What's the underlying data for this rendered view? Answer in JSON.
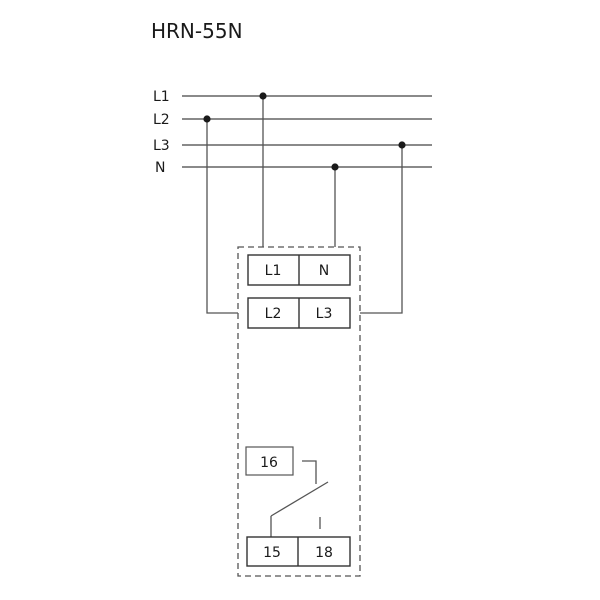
{
  "title": "HRN-55N",
  "bus": {
    "lines": [
      {
        "label": "L1"
      },
      {
        "label": "L2"
      },
      {
        "label": "L3"
      },
      {
        "label": "N"
      }
    ]
  },
  "device": {
    "supply_terminals_top": [
      {
        "label": "L1"
      },
      {
        "label": "N"
      }
    ],
    "supply_terminals_bottom": [
      {
        "label": "L2"
      },
      {
        "label": "L3"
      }
    ],
    "relay": {
      "nc_terminal": {
        "label": "16"
      },
      "common_terminal": {
        "label": "15"
      },
      "no_terminal": {
        "label": "18"
      }
    }
  },
  "colors": {
    "line": "#555555",
    "text": "#1a1a1a",
    "background": "#ffffff"
  }
}
